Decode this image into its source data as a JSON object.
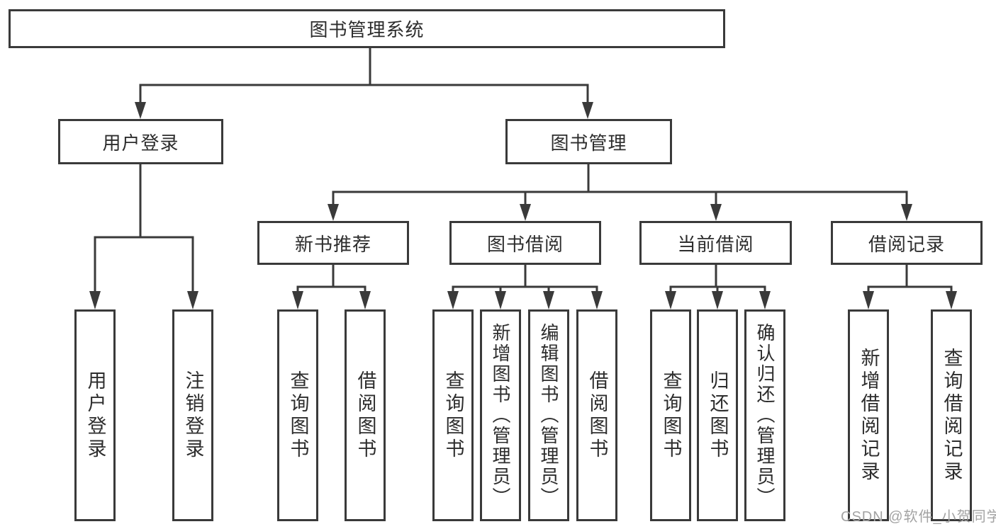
{
  "title": "图书管理系统",
  "tree": {
    "user_login": {
      "label": "用户登录",
      "children": [
        "用户登录",
        "注销登录"
      ]
    },
    "book_management": {
      "label": "图书管理",
      "groups": [
        {
          "label": "新书推荐",
          "children": [
            "查询图书",
            "借阅图书"
          ]
        },
        {
          "label": "图书借阅",
          "children": [
            "查询图书",
            "新增图书（管理员）",
            "编辑图书（管理员）",
            "借阅图书"
          ]
        },
        {
          "label": "当前借阅",
          "children": [
            "查询图书",
            "归还图书",
            "确认归还（管理员）"
          ]
        },
        {
          "label": "借阅记录",
          "children": [
            "新增借阅记录",
            "查询借阅记录"
          ]
        }
      ]
    }
  },
  "watermark": "CSDN @软件_小贺同学",
  "colors": {
    "line": "#3a3a3a",
    "text": "#2d2d2d",
    "box_background": "#ffffff",
    "watermark": "#a3a3a3"
  }
}
